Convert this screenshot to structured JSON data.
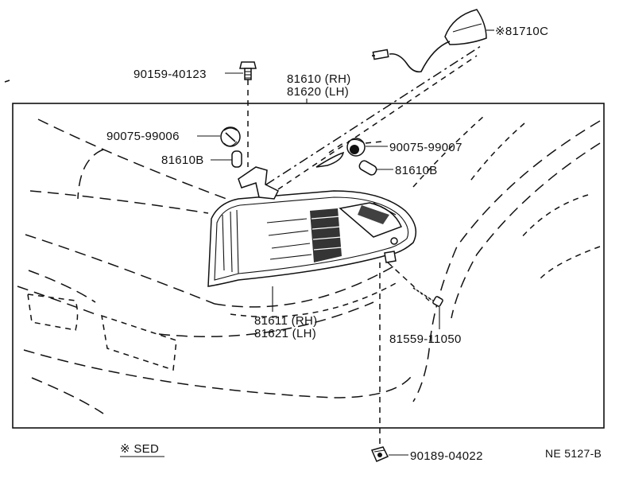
{
  "diagram": {
    "labels": {
      "bolt_top": "90159-40123",
      "lamp_assy_rh": "81610 (RH)",
      "lamp_assy_lh": "81620 (LH)",
      "antenna": "※81710C",
      "socket_left": "90075-99006",
      "bulb_left": "81610B",
      "socket_right": "90075-99007",
      "bulb_right": "81610B",
      "lens_rh": "81611 (RH)",
      "lens_lh": "81621 (LH)",
      "screw": "81559-11050",
      "clip_bottom": "90189-04022",
      "footnote": "※ SED",
      "ref_code": "NE 5127-B"
    }
  }
}
